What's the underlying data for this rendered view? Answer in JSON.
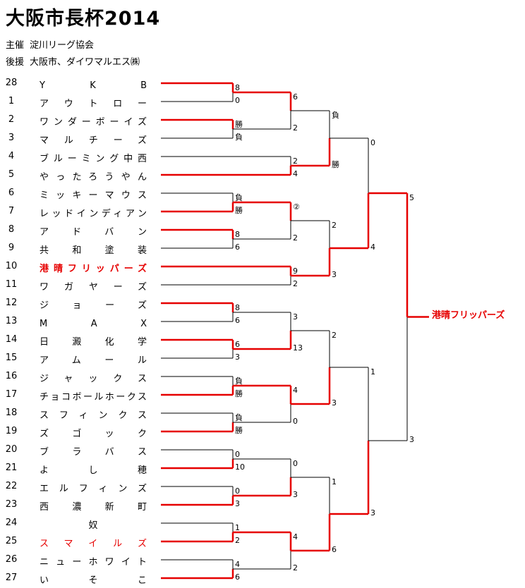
{
  "title": "大阪市長杯2014",
  "organizer": {
    "label": "主催",
    "value": "淀川リーグ協会"
  },
  "supporter": {
    "label": "後援",
    "value": "大阪市、ダイワマルエス㈱"
  },
  "colors": {
    "winner": "#e60000",
    "line": "#000000"
  },
  "teams": [
    {
      "seed": "28",
      "name": "Y　　K　　B"
    },
    {
      "seed": "1",
      "name": "アウトロー"
    },
    {
      "seed": "2",
      "name": "ワンダーボーイズ"
    },
    {
      "seed": "3",
      "name": "マルチーズ"
    },
    {
      "seed": "4",
      "name": "ブルーミング中西"
    },
    {
      "seed": "5",
      "name": "やったろうやん"
    },
    {
      "seed": "6",
      "name": "ミッキーマウス"
    },
    {
      "seed": "7",
      "name": "レッドインディアン"
    },
    {
      "seed": "8",
      "name": "アドバン"
    },
    {
      "seed": "9",
      "name": "共和塗装"
    },
    {
      "seed": "10",
      "name": "港晴フリッパーズ"
    },
    {
      "seed": "11",
      "name": "ワガヤーズ"
    },
    {
      "seed": "12",
      "name": "ジョーズ"
    },
    {
      "seed": "13",
      "name": "M　　A　　X"
    },
    {
      "seed": "14",
      "name": "日澱化学"
    },
    {
      "seed": "15",
      "name": "アムール"
    },
    {
      "seed": "16",
      "name": "ジャックス"
    },
    {
      "seed": "17",
      "name": "チョコボールホークス"
    },
    {
      "seed": "18",
      "name": "スフィンクス"
    },
    {
      "seed": "19",
      "name": "ズゴック"
    },
    {
      "seed": "20",
      "name": "ブラバス"
    },
    {
      "seed": "21",
      "name": "よし穂"
    },
    {
      "seed": "22",
      "name": "エルフィンズ"
    },
    {
      "seed": "23",
      "name": "西濃新町"
    },
    {
      "seed": "24",
      "name": "奴"
    },
    {
      "seed": "25",
      "name": "スマイルズ"
    },
    {
      "seed": "26",
      "name": "ニューホワイト"
    },
    {
      "seed": "27",
      "name": "いそこ"
    }
  ],
  "round1": [
    {
      "a": "8",
      "b": "0",
      "win": 0
    },
    {
      "a": "勝",
      "b": "負",
      "win": 0
    },
    {
      "a": "負",
      "b": "勝",
      "win": 1
    },
    {
      "a": "8",
      "b": "6",
      "win": 0
    },
    {
      "a": "8",
      "b": "6",
      "win": 0
    },
    {
      "a": "6",
      "b": "3",
      "win": 0
    },
    {
      "a": "負",
      "b": "勝",
      "win": 1
    },
    {
      "a": "負",
      "b": "勝",
      "win": 1
    },
    {
      "a": "0",
      "b": "10",
      "win": 1
    },
    {
      "a": "0",
      "b": "3",
      "win": 1
    },
    {
      "a": "1",
      "b": "2",
      "win": 1
    },
    {
      "a": "4",
      "b": "6",
      "win": 1
    }
  ],
  "round2": [
    {
      "a": "6",
      "b": "2",
      "win": 0
    },
    {
      "a": "2",
      "b": "4",
      "win": 1
    },
    {
      "a": "②",
      "b": "2",
      "win": 0
    },
    {
      "a": "9",
      "b": "2",
      "win": 0
    },
    {
      "a": "3",
      "b": "13",
      "win": 1
    },
    {
      "a": "4",
      "b": "0",
      "win": 0
    },
    {
      "a": "0",
      "b": "3",
      "win": 1
    },
    {
      "a": "4",
      "b": "2",
      "win": 0
    }
  ],
  "round3": [
    {
      "a": "負",
      "b": "勝",
      "win": 1
    },
    {
      "a": "2",
      "b": "3",
      "win": 1
    },
    {
      "a": "2",
      "b": "3",
      "win": 1
    },
    {
      "a": "1",
      "b": "6",
      "win": 1
    }
  ],
  "round4": [
    {
      "a": "0",
      "b": "4",
      "win": 1
    },
    {
      "a": "1",
      "b": "3",
      "win": 1
    }
  ],
  "final": {
    "a": "5",
    "b": "3",
    "win": 0
  },
  "champion": "港晴フリッパーズ"
}
